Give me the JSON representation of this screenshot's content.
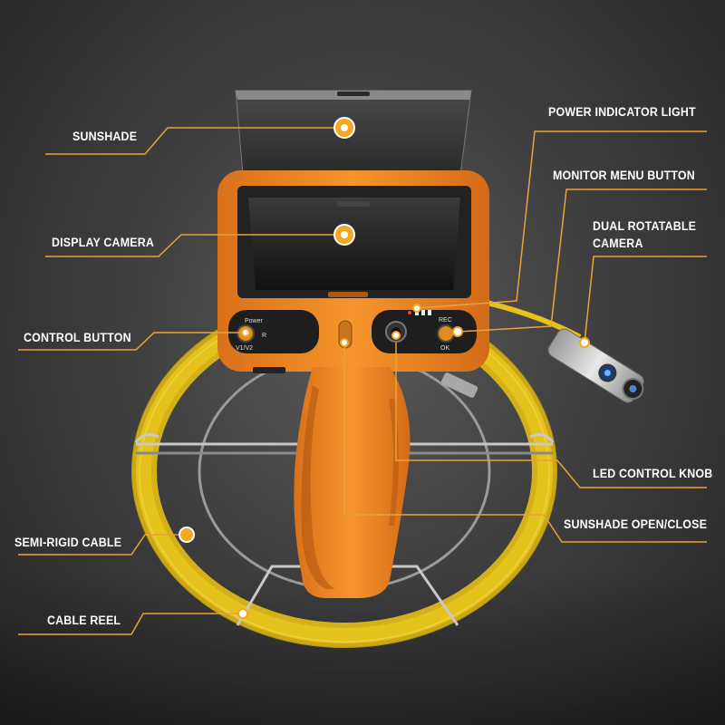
{
  "labels": {
    "sunshade": "SUNSHADE",
    "display_camera": "DISPLAY CAMERA",
    "control_button": "CONTROL BUTTON",
    "semi_rigid_cable": "SEMI-RIGID CABLE",
    "cable_reel": "CABLE REEL",
    "power_indicator_light": "POWER INDICATOR LIGHT",
    "monitor_menu_button": "MONITOR MENU BUTTON",
    "dual_rotatable_camera_line1": "DUAL ROTATABLE",
    "dual_rotatable_camera_line2": "CAMERA",
    "led_control_knob": "LED CONTROL KNOB",
    "sunshade_open_close": "SUNSHADE OPEN/CLOSE"
  },
  "device_text": {
    "power": "Power",
    "r": "R",
    "v1v2": "V1/V2",
    "rec": "REC",
    "ok": "OK"
  },
  "colors": {
    "accent": "#f5a623",
    "device_orange": "#f08a24",
    "cable_yellow": "#e6c21c",
    "line_color": "#e8a23a"
  }
}
